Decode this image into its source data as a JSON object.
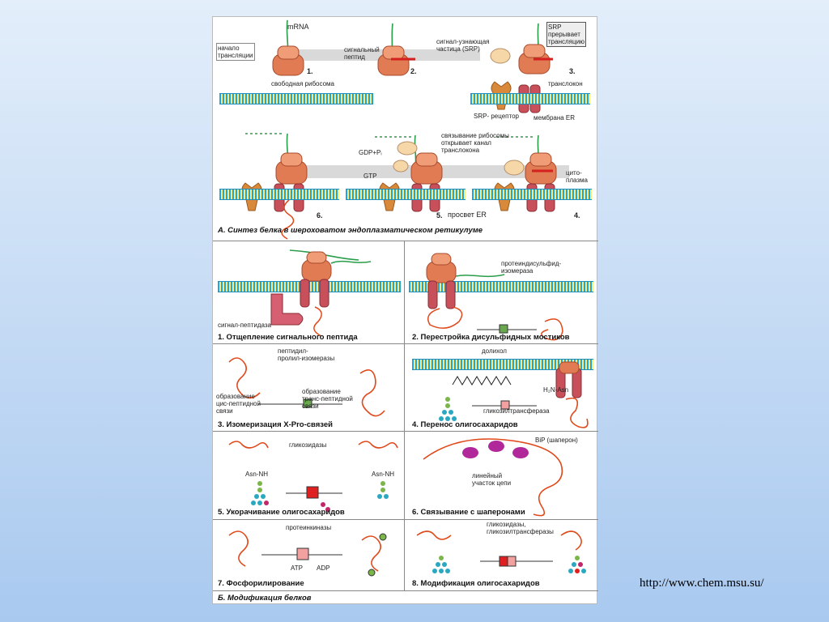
{
  "section_a": {
    "mrna": "mRNA",
    "start_translation": "начало\nтрансляции",
    "signal_peptide": "сигнальный\nпептид",
    "srp_particle": "сигнал-узнающая\nчастица (SRP)",
    "srp_stops": "SRP\nпрерывает\nтрансляцию",
    "free_ribosome": "свободная рибосома",
    "translocon": "транслокон",
    "srp_receptor": "SRP- рецептор",
    "er_membrane": "мембрана ER",
    "binding_opens": "связывание рибосомы\nоткрывает канал\nтранслокона",
    "gdp": "GDP+Pᵢ",
    "gtp": "GTP",
    "cytoplasm": "цито-\nплазма",
    "er_lumen": "просвет ER",
    "step1": "1.",
    "step2": "2.",
    "step3": "3.",
    "step4": "4.",
    "step5": "5.",
    "step6": "6.",
    "title": "А. Синтез белка в шероховатом эндоплазматическом ретикулуме"
  },
  "section_b": {
    "signal_peptidase": "сигнал-пептидаза",
    "cap1": "1. Отщепление сигнального пептида",
    "pdi": "протеиндисульфид-\nизомераза",
    "cap2": "2. Перестройка дисульфидных мостиков",
    "ppi": "пептидил-\nпролил-изомеразы",
    "cis": "образование\nцис-пептидной\nсвязи",
    "trans": "образование\nтранс-пептидной\nсвязи",
    "cap3": "3. Изомеризация X-Pro-связей",
    "dolichol": "долихол",
    "h2n_asn": "H₂N-Asn",
    "glycosyltransferase": "гликозилтрансфераза",
    "cap4": "4. Перенос олигосахаридов",
    "glycosidases": "гликозидазы",
    "asn_nh": "Asn-NH",
    "cap5": "5. Укорачивание олигосахаридов",
    "bip": "BiP (шаперон)",
    "linear": "линейный\nучасток цепи",
    "cap6": "6. Связывание с шаперонами",
    "kinases": "протеинкиназы",
    "atp": "ATP",
    "adp": "ADP",
    "cap7": "7. Фосфорилирование",
    "glyco_both": "гликозидазы,\nгликозилтрансферазы",
    "cap8": "8. Модификация олигосахаридов",
    "title": "Б. Модификация белков"
  },
  "footer": {
    "url": "http://www.chem.msu.su/"
  },
  "colors": {
    "membrane_blue": "#1fa7d8",
    "membrane_yellow": "#ffe778",
    "ribosome": "#e07b54",
    "translocon": "#c8505a",
    "chain": "#e0491a",
    "mrna": "#2a9d4a",
    "bip": "#b0289a"
  }
}
